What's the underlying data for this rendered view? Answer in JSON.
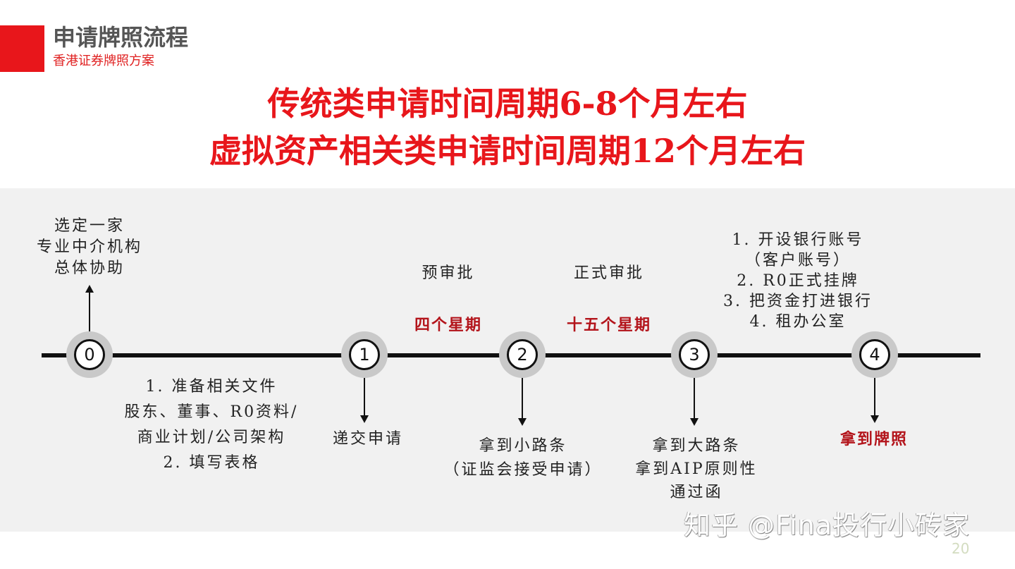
{
  "header": {
    "title": "申请牌照流程",
    "subtitle": "香港证券牌照方案",
    "accent_color": "#e8161b"
  },
  "headline": {
    "line1": "传统类申请时间周期6-8个月左右",
    "line2": "虚拟资产相关类申请时间周期12个月左右",
    "color": "#e8161b"
  },
  "timeline": {
    "nodes": [
      {
        "number": "0"
      },
      {
        "number": "1"
      },
      {
        "number": "2"
      },
      {
        "number": "3"
      },
      {
        "number": "4"
      }
    ],
    "above": {
      "node0": [
        "选定一家",
        "专业中介机构",
        "总体协助"
      ],
      "phase_pre_review": "预审批",
      "phase_pre_review_duration": "四个星期",
      "phase_formal_review": "正式审批",
      "phase_formal_review_duration": "十五个星期",
      "node3_tasks": [
        "1. 开设银行账号",
        "（客户账号）",
        "2. R0正式挂牌",
        "3. 把资金打进银行",
        "4. 租办公室"
      ]
    },
    "below": {
      "between_0_1": [
        "1. 准备相关文件",
        "股东、董事、R0资料/",
        "商业计划/公司架构",
        "2. 填写表格"
      ],
      "node1": [
        "递交申请"
      ],
      "node2": [
        "拿到小路条",
        "（证监会接受申请）"
      ],
      "node3": [
        "拿到大路条",
        "拿到AIP原则性",
        "通过函"
      ],
      "node4": [
        "拿到牌照"
      ]
    },
    "highlight_color": "#b3141b"
  },
  "footer": {
    "watermark": "知乎 @Fina投行小砖家",
    "page_number": "20"
  }
}
